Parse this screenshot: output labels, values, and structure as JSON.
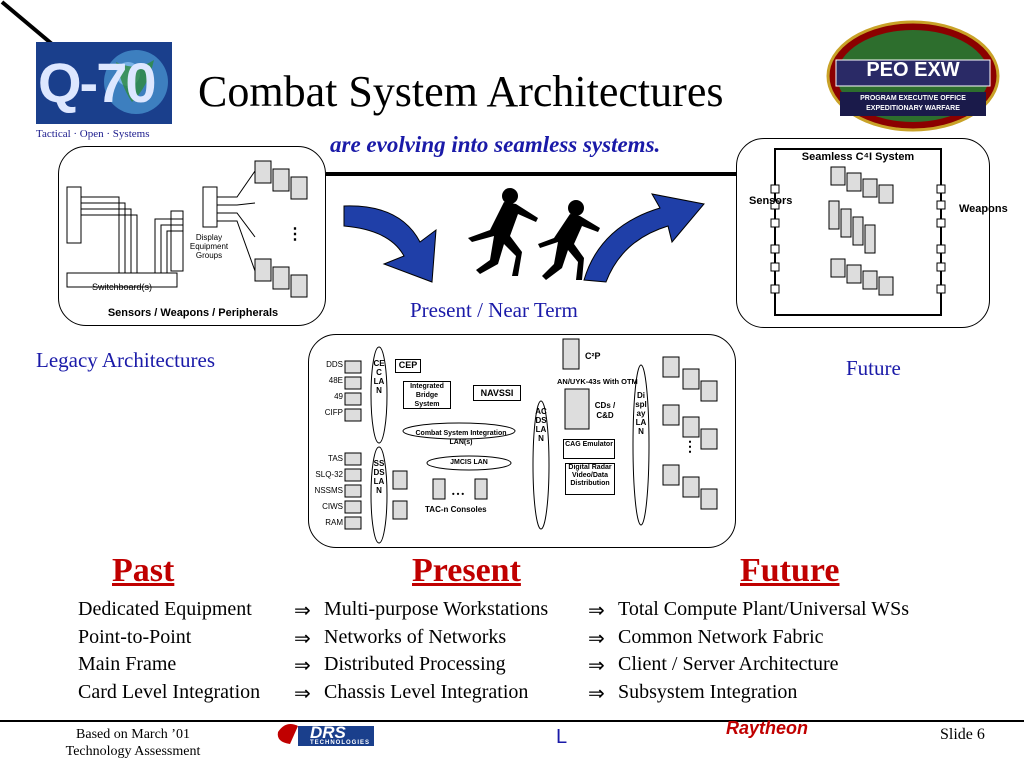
{
  "header": {
    "title": "Combat System Architectures",
    "subtitle": "are evolving into seamless systems.",
    "logo_left": {
      "text": "Q-70",
      "tagline": "Tactical · Open · Systems"
    },
    "logo_right": {
      "text": "PEO EXW",
      "line1": "PROGRAM EXECUTIVE OFFICE",
      "line2": "EXPEDITIONARY WARFARE"
    }
  },
  "legacy": {
    "caption": "Legacy Architectures",
    "panel_label": "Sensors / Weapons / Peripherals",
    "display_label": "Display Equipment Groups",
    "switchboard_label": "Switchboard(s)"
  },
  "present": {
    "caption": "Present / Near Term",
    "sensors": [
      "DDS",
      "48E",
      "49",
      "CIFP"
    ],
    "sensors2": [
      "TAS",
      "SLQ-32",
      "NSSMS",
      "CIWS",
      "RAM"
    ],
    "cec_lan": "CEC LAN",
    "ssds_lan": "SSDS LAN",
    "acds_lan": "ACDS LAN",
    "display_lan": "Display LAN",
    "cep": "CEP",
    "ibs": "Integrated Bridge System",
    "navssi": "NAVSSI",
    "csil": "Combat System Integration LAN(s)",
    "jmcis": "JMCIS LAN",
    "tac_n": "TAC-n Consoles",
    "c2p": "C²P",
    "uyk": "AN/UYK-43s With OTM",
    "cds": "CDs / C&D",
    "cag": "CAG Emulator",
    "drv": "Digital Radar Video/Data Distribution"
  },
  "future": {
    "caption": "Future",
    "panel_title": "Seamless C⁴I System",
    "sensors_vertical": "Sensors",
    "weapons_vertical": "Weapons"
  },
  "comparison": {
    "past_head": "Past",
    "present_head": "Present",
    "future_head": "Future",
    "arrow": "⇒",
    "rows": [
      {
        "past": "Dedicated Equipment",
        "present": "Multi-purpose Workstations",
        "future": "Total Compute Plant/Universal WSs"
      },
      {
        "past": "Point-to-Point",
        "present": "Networks of Networks",
        "future": "Common Network Fabric"
      },
      {
        "past": "Main Frame",
        "present": "Distributed Processing",
        "future": "Client / Server Architecture"
      },
      {
        "past": "Card Level Integration",
        "present": "Chassis Level Integration",
        "future": "Subsystem Integration"
      }
    ]
  },
  "footer": {
    "left_line1": "Based on March ’01",
    "left_line2": "Technology Assessment",
    "drs": "DRS",
    "drs_sub": "TECHNOLOGIES",
    "center_mark": "L",
    "raytheon": "Raytheon",
    "slide_label": "Slide 6"
  },
  "colors": {
    "title_blue": "#1a1aa8",
    "past_red": "#c00000",
    "arrow_blue": "#1f3fa8",
    "logo_blue": "#1a3f8c"
  }
}
